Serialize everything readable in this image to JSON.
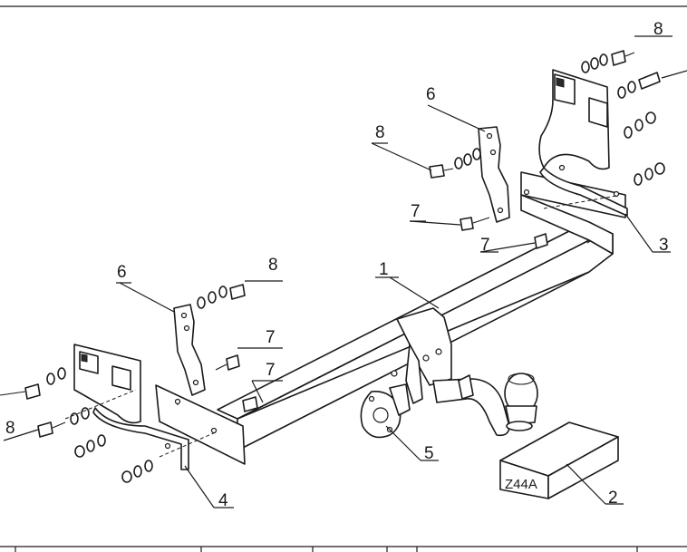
{
  "callouts": {
    "c1": "1",
    "c2": "2",
    "c3": "3",
    "c4": "4",
    "c5": "5",
    "c6a": "6",
    "c6b": "6",
    "c7a": "7",
    "c7b": "7",
    "c7c": "7",
    "c7d": "7",
    "c8a": "8",
    "c8b": "8",
    "c8c": "8",
    "c8d": "8"
  },
  "box_code": "Z44A",
  "icons": {
    "tow_ball": "tow-ball-icon",
    "socket": "socket-plate-icon",
    "box": "package-box-icon"
  }
}
